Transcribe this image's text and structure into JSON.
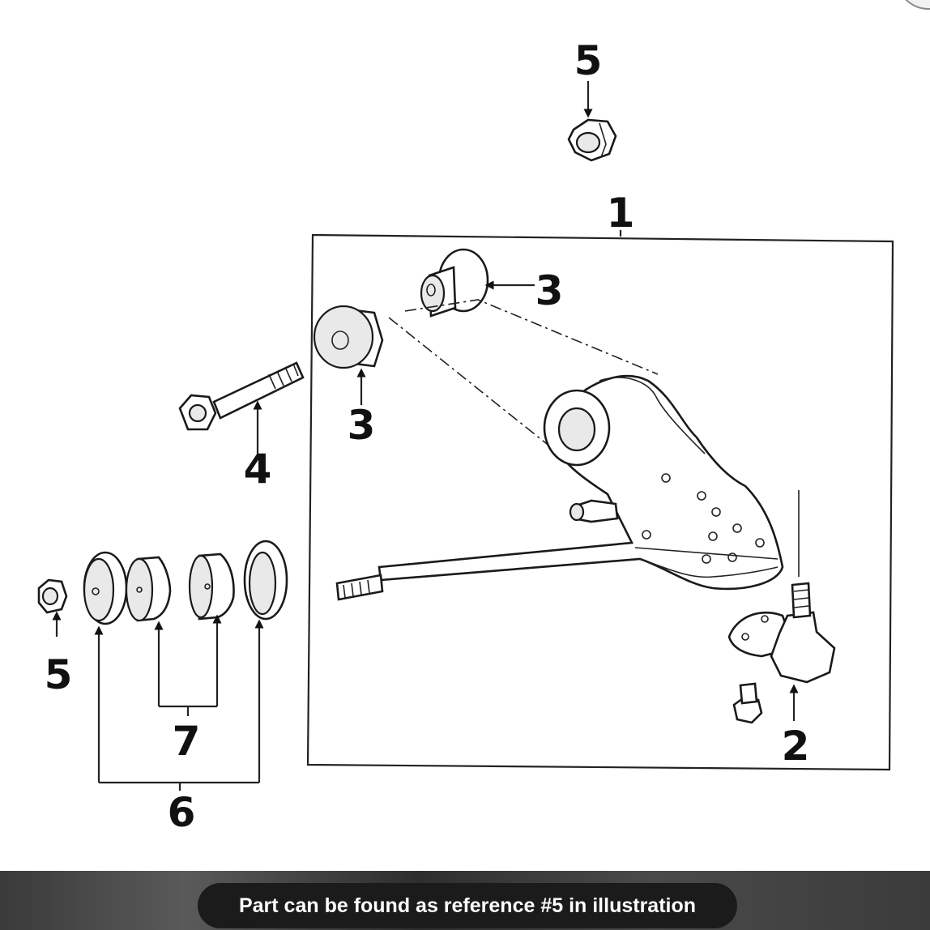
{
  "callouts": {
    "c1": "1",
    "c2": "2",
    "c3a": "3",
    "c3b": "3",
    "c4": "4",
    "c5_top": "5",
    "c5_left": "5",
    "c6": "6",
    "c7": "7"
  },
  "caption": "Part can be found as reference #5 in illustration",
  "colors": {
    "line": "#222222",
    "background": "#ffffff",
    "caption_bg": "#1b1b1b",
    "caption_text": "#ffffff"
  }
}
